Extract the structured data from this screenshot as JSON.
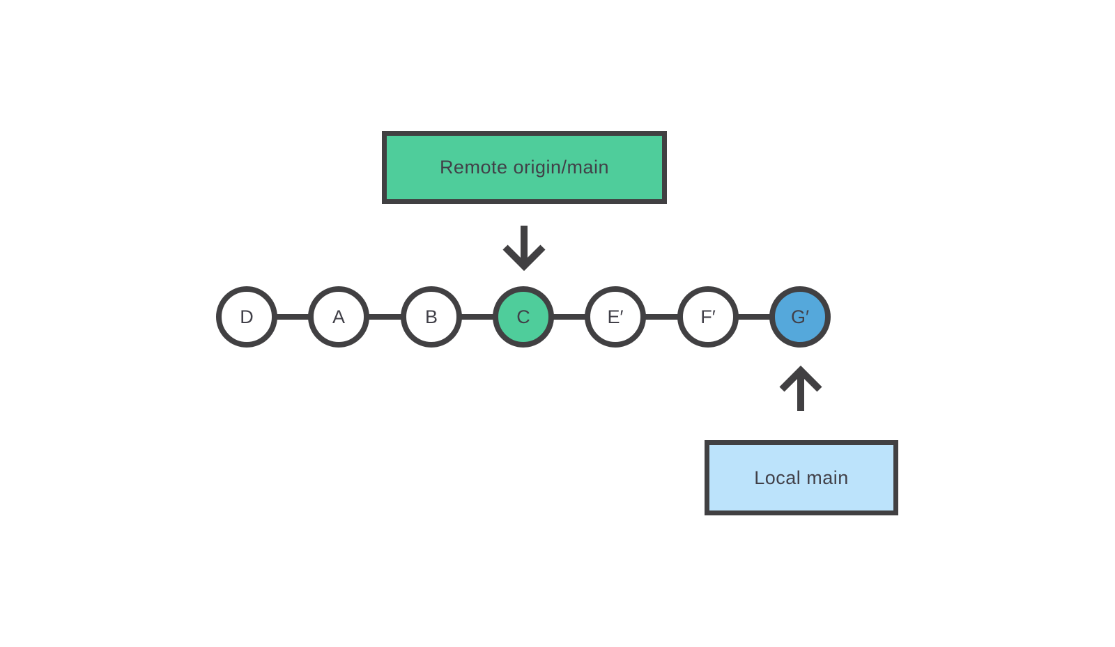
{
  "diagram": {
    "type": "git-commit-graph",
    "background": "#FFFFFF"
  },
  "labels": {
    "remote_branch": "Remote origin/main",
    "local_branch": "Local main"
  },
  "commits": [
    {
      "label": "D",
      "fill": "white"
    },
    {
      "label": "A",
      "fill": "white"
    },
    {
      "label": "B",
      "fill": "white"
    },
    {
      "label": "C",
      "fill": "green"
    },
    {
      "label": "E′",
      "fill": "white"
    },
    {
      "label": "F′",
      "fill": "white"
    },
    {
      "label": "G′",
      "fill": "blue"
    }
  ],
  "pointers": {
    "remote_points_to": "C",
    "local_points_to": "G′"
  },
  "icons": {
    "from_remote": "arrow-down-icon",
    "to_local": "arrow-up-icon"
  },
  "colors": {
    "outline": "#414042",
    "text": "#414048",
    "remote_green": "#4FCD9B",
    "local_light_blue": "#BCE3FB",
    "head_blue": "#55A8DB",
    "node_white": "#FFFFFF",
    "background": "#FFFFFF"
  }
}
